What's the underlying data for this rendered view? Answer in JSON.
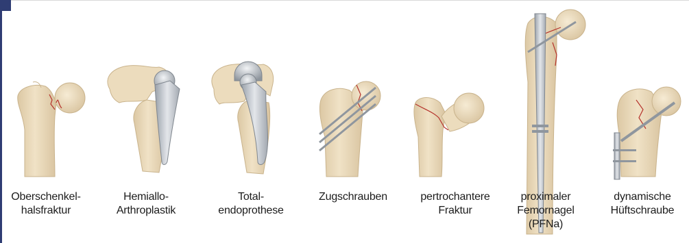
{
  "colors": {
    "bone": "#ecdcbd",
    "bone_shade": "#d6c2a0",
    "bone_outline": "#c9b38c",
    "metal": "#c3c8cf",
    "metal_dark": "#8f969e",
    "fracture": "#b5322b",
    "frame": "#2f3d73"
  },
  "panels": [
    {
      "id": "oberschenkelhalsfraktur",
      "lines": [
        "Oberschenkel-",
        "halsfraktur"
      ]
    },
    {
      "id": "hemialloarthroplastik",
      "lines": [
        "Hemiallo-",
        "Arthroplastik"
      ]
    },
    {
      "id": "totalendoprothese",
      "lines": [
        "Total-",
        "endoprothese"
      ]
    },
    {
      "id": "zugschrauben",
      "lines": [
        "Zugschrauben"
      ]
    },
    {
      "id": "pertrochantere-fraktur",
      "lines": [
        "pertrochantere",
        "Fraktur"
      ]
    },
    {
      "id": "pfna",
      "lines": [
        "proximaler",
        "Femornagel",
        "(PFNa)"
      ]
    },
    {
      "id": "dhs",
      "lines": [
        "dynamische",
        "Hüftschraube"
      ]
    }
  ]
}
